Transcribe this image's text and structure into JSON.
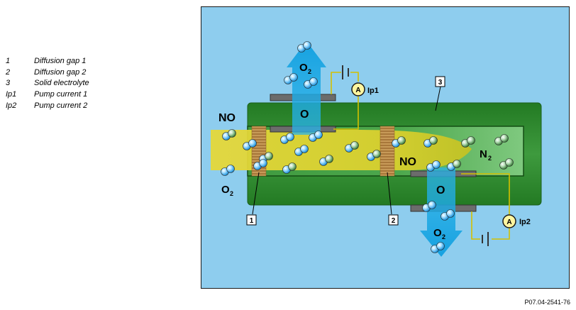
{
  "legend": {
    "items": [
      {
        "key": "1",
        "label": "Diffusion gap 1"
      },
      {
        "key": "2",
        "label": "Diffusion gap 2"
      },
      {
        "key": "3",
        "label": "Solid electrolyte"
      },
      {
        "key": "Ip1",
        "label": "Pump current 1"
      },
      {
        "key": "Ip2",
        "label": "Pump current 2"
      }
    ]
  },
  "diagram": {
    "labels": {
      "no_inlet": "NO",
      "o2_inlet_base": "O",
      "o2_inlet_sub": "2",
      "o2_top_base": "O",
      "o2_top_sub": "2",
      "o_top": "O",
      "no_inner": "NO",
      "n2_base": "N",
      "n2_sub": "2",
      "o_bottom": "O",
      "o2_bottom_base": "O",
      "o2_bottom_sub": "2"
    },
    "ammeters": [
      {
        "symbol": "A",
        "label": "Ip1"
      },
      {
        "symbol": "A",
        "label": "Ip2"
      }
    ],
    "callouts": [
      "1",
      "2",
      "3"
    ],
    "colors": {
      "background": "#8ecdee",
      "electrolyte": "#2f8c2f",
      "gas_stream": "#e0d230",
      "oxygen_arrow": "#1aa8e0",
      "wire": "#c8b400",
      "electrode": "#666666",
      "diffusion_barrier": "#c89a5a"
    }
  },
  "figure_id": "P07.04-2541-76"
}
